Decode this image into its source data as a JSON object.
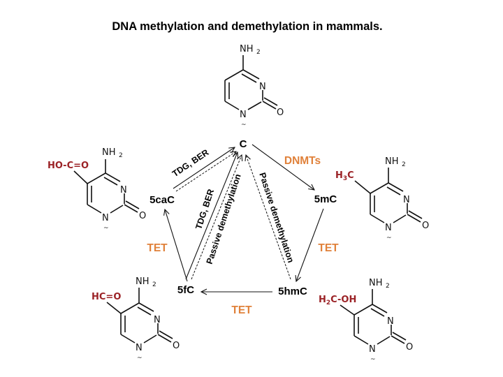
{
  "title": "DNA methylation and demethylation in mammals.",
  "colors": {
    "enzyme": "#e0813a",
    "substituent": "#9b2226",
    "text": "#000000"
  },
  "nodes": {
    "c": "C",
    "mc": "5mC",
    "hmc": "5hmC",
    "fc": "5fC",
    "cac": "5caC"
  },
  "enzymes": {
    "dnmts": "DNMTs",
    "tet_mc_hmc": "TET",
    "tet_hmc_fc": "TET",
    "tet_fc_cac": "TET"
  },
  "pathway_labels": {
    "tdg_ber_cac": "TDG, BER",
    "tdg_ber_fc": "TDG, BER",
    "passive_fc": "Passive demethylation",
    "passive_hmc": "Passive demethylation"
  },
  "molecules": {
    "cytosine": {
      "amine": "NH",
      "amine_sub": "2",
      "ring_n": "N",
      "n1": "N",
      "oxo": "O",
      "wavy": "~",
      "group": ""
    },
    "five_mc": {
      "amine": "NH",
      "amine_sub": "2",
      "ring_n": "N",
      "n1": "N",
      "oxo": "O",
      "wavy": "~",
      "group": "H",
      "group_sub": "3",
      "group_tail": "C"
    },
    "five_cac": {
      "amine": "NH",
      "amine_sub": "2",
      "ring_n": "N",
      "n1": "N",
      "oxo": "O",
      "wavy": "~",
      "group": "HO-C=O"
    },
    "five_fc": {
      "amine": "NH",
      "amine_sub": "2",
      "ring_n": "N",
      "n1": "N",
      "oxo": "O",
      "wavy": "~",
      "group": "HC=O"
    },
    "five_hmc": {
      "amine": "NH",
      "amine_sub": "2",
      "ring_n": "N",
      "n1": "N",
      "oxo": "O",
      "wavy": "~",
      "group": "H",
      "group_sub": "2",
      "group_tail": "C-OH"
    }
  }
}
